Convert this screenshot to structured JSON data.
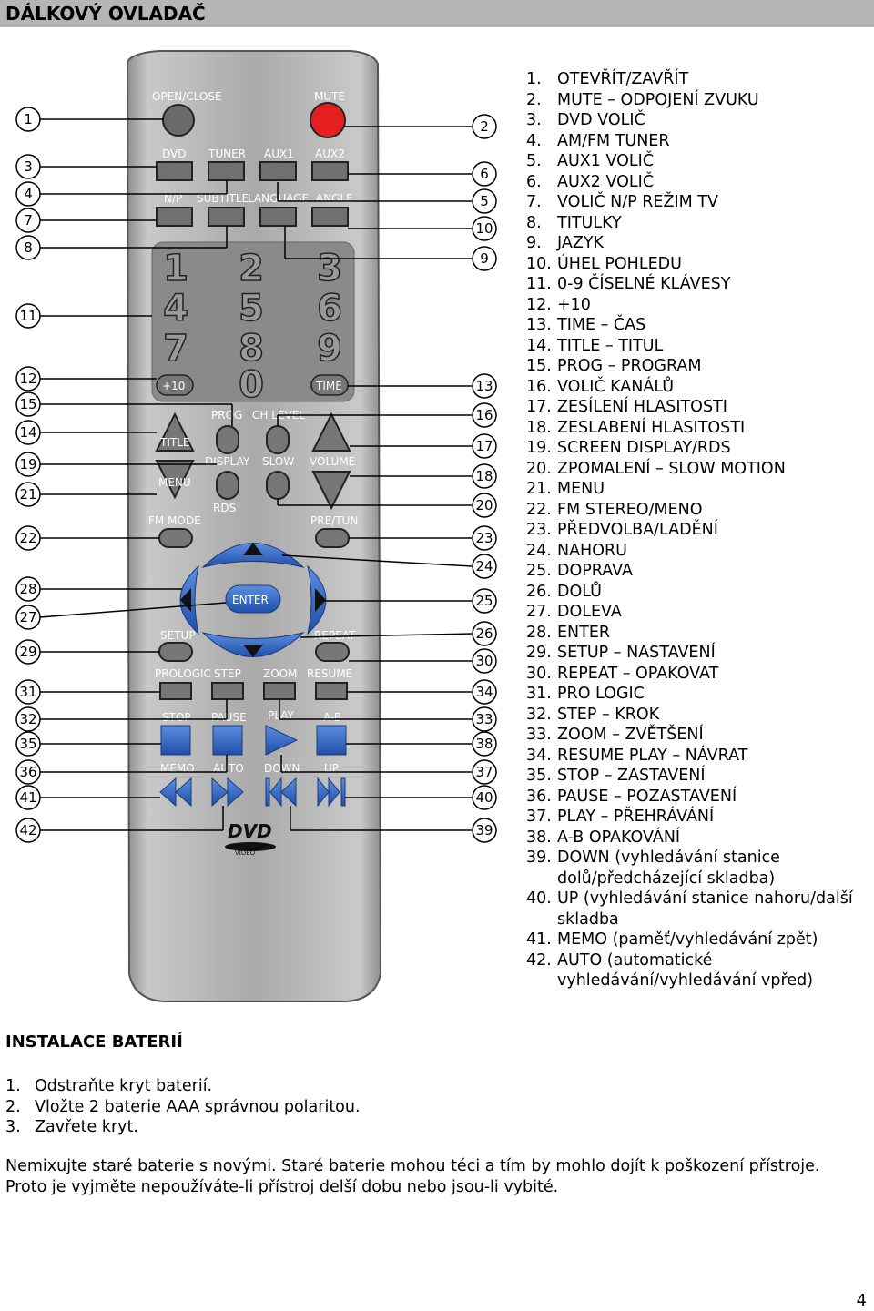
{
  "header": {
    "title": "DÁLKOVÝ OVLADAČ"
  },
  "remote": {
    "buttons": {
      "open_close": "OPEN/CLOSE",
      "mute": "MUTE",
      "dvd": "DVD",
      "tuner": "TUNER",
      "aux1": "AUX1",
      "aux2": "AUX2",
      "np": "N/P",
      "subtitle": "SUBTITLE",
      "language": "LANGUAGE",
      "angle": "ANGLE",
      "digits": [
        "1",
        "2",
        "3",
        "4",
        "5",
        "6",
        "7",
        "8",
        "9",
        "0"
      ],
      "plus10": "+10",
      "time": "TIME",
      "prog": "PROG",
      "ch_level": "CH LEVEL",
      "title": "TITLE",
      "display": "DISPLAY",
      "slow": "SLOW",
      "volume": "VOLUME",
      "menu": "MENU",
      "rds": "RDS",
      "fm_mode": "FM MODE",
      "pre_tun": "PRE/TUN",
      "enter": "ENTER",
      "setup": "SETUP",
      "repeat": "REPEAT",
      "prologic": "PROLOGIC",
      "step": "STEP",
      "zoom": "ZOOM",
      "resume": "RESUME",
      "stop": "STOP",
      "pause": "PAUSE",
      "play": "PLAY",
      "ab": "A-B",
      "memo": "MEMO",
      "auto": "AUTO",
      "down": "DOWN",
      "up": "UP",
      "logo_main": "DVD",
      "logo_sub": "VIDEO"
    },
    "callouts_left": [
      "1",
      "3",
      "4",
      "7",
      "8",
      "11",
      "12",
      "15",
      "14",
      "19",
      "21",
      "22",
      "28",
      "27",
      "29",
      "31",
      "32",
      "35",
      "36",
      "41",
      "42"
    ],
    "callouts_right": [
      "2",
      "6",
      "5",
      "10",
      "9",
      "13",
      "16",
      "17",
      "18",
      "20",
      "23",
      "24",
      "25",
      "26",
      "30",
      "34",
      "33",
      "38",
      "37",
      "40",
      "39"
    ]
  },
  "legend": [
    {
      "num": "1.",
      "text": "OTEVŘÍT/ZAVŘÍT"
    },
    {
      "num": "2.",
      "text": "MUTE – ODPOJENÍ ZVUKU"
    },
    {
      "num": "3.",
      "text": "DVD VOLIČ"
    },
    {
      "num": "4.",
      "text": "AM/FM TUNER"
    },
    {
      "num": "5.",
      "text": "AUX1 VOLIČ"
    },
    {
      "num": "6.",
      "text": "AUX2 VOLIČ"
    },
    {
      "num": "7.",
      "text": "VOLIČ N/P REŽIM TV"
    },
    {
      "num": "8.",
      "text": "TITULKY"
    },
    {
      "num": "9.",
      "text": "JAZYK"
    },
    {
      "num": "10.",
      "text": "ÚHEL POHLEDU"
    },
    {
      "num": "11.",
      "text": "0-9 ČÍSELNÉ KLÁVESY"
    },
    {
      "num": "12.",
      "text": "+10"
    },
    {
      "num": "13.",
      "text": "TIME – ČAS"
    },
    {
      "num": "14.",
      "text": "TITLE – TITUL"
    },
    {
      "num": "15.",
      "text": "PROG – PROGRAM"
    },
    {
      "num": "16.",
      "text": "VOLIČ KANÁLŮ"
    },
    {
      "num": "17.",
      "text": "ZESÍLENÍ HLASITOSTI"
    },
    {
      "num": "18.",
      "text": "ZESLABENÍ HLASITOSTI"
    },
    {
      "num": "19.",
      "text": "SCREEN DISPLAY/RDS"
    },
    {
      "num": "20.",
      "text": "ZPOMALENÍ – SLOW MOTION"
    },
    {
      "num": "21.",
      "text": "MENU"
    },
    {
      "num": "22.",
      "text": "FM STEREO/MENO"
    },
    {
      "num": "23.",
      "text": "PŘEDVOLBA/LADĚNÍ"
    },
    {
      "num": "24.",
      "text": "NAHORU"
    },
    {
      "num": "25.",
      "text": "DOPRAVA"
    },
    {
      "num": "26.",
      "text": "DOLŮ"
    },
    {
      "num": "27.",
      "text": "DOLEVA"
    },
    {
      "num": "28.",
      "text": "ENTER"
    },
    {
      "num": "29.",
      "text": "SETUP – NASTAVENÍ"
    },
    {
      "num": "30.",
      "text": "REPEAT – OPAKOVAT"
    },
    {
      "num": "31.",
      "text": "PRO LOGIC"
    },
    {
      "num": "32.",
      "text": "STEP – KROK"
    },
    {
      "num": "33.",
      "text": "ZOOM – ZVĚTŠENÍ"
    },
    {
      "num": "34.",
      "text": "RESUME PLAY – NÁVRAT"
    },
    {
      "num": "35.",
      "text": "STOP – ZASTAVENÍ"
    },
    {
      "num": "36.",
      "text": "PAUSE – POZASTAVENÍ"
    },
    {
      "num": "37.",
      "text": "PLAY – PŘEHRÁVÁNÍ"
    },
    {
      "num": "38.",
      "text": "A-B OPAKOVÁNÍ"
    },
    {
      "num": "39.",
      "text": "DOWN (vyhledávání stanice dolů/předcházející skladba)"
    },
    {
      "num": "40.",
      "text": "UP (vyhledávání stanice nahoru/další skladba"
    },
    {
      "num": "41.",
      "text": "MEMO (paměť/vyhledávání zpět)"
    },
    {
      "num": "42.",
      "text": "AUTO (automatické vyhledávání/vyhledávání vpřed)"
    }
  ],
  "battery": {
    "title": "INSTALACE BATERIÍ",
    "steps": [
      {
        "num": "1.",
        "text": "Odstraňte kryt baterií."
      },
      {
        "num": "2.",
        "text": "Vložte 2 baterie AAA správnou polaritou."
      },
      {
        "num": "3.",
        "text": "Zavřete kryt."
      }
    ],
    "note": "Nemixujte staré baterie s novými. Staré baterie mohou téci a tím by mohlo dojít k poškození přístroje. Proto je vyjměte nepoužíváte-li přístroj delší dobu nebo jsou-li vybité."
  },
  "footer": {
    "page_number": "4"
  },
  "colors": {
    "header_bg": "#b5b5b5",
    "remote_body": "#a8a8a8",
    "mute_button": "#e62020",
    "nav_button": "#2e5fb8",
    "transport_button": "#2e5fb8"
  }
}
